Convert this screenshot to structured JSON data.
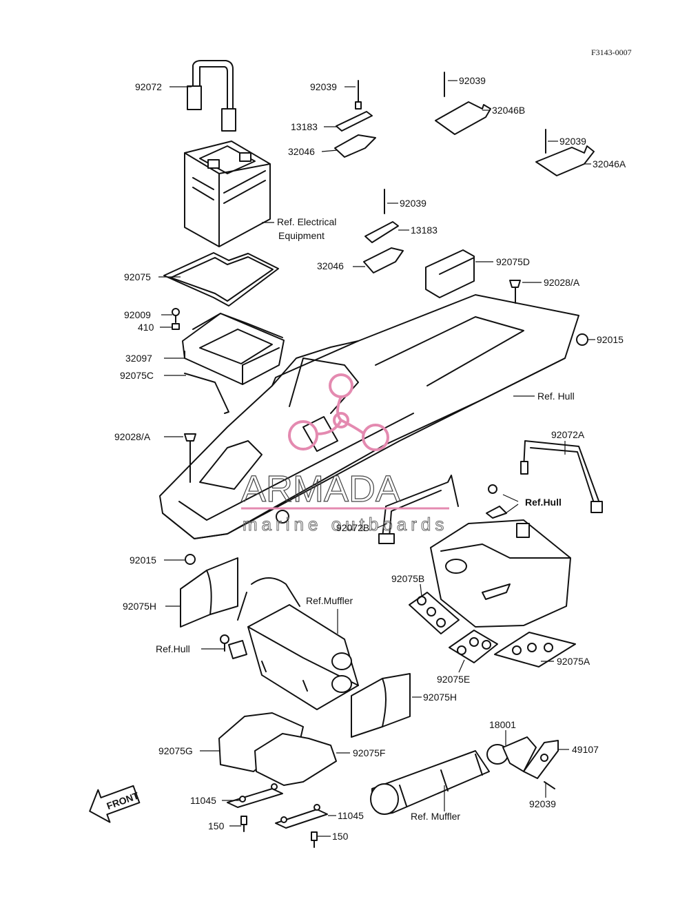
{
  "drawing_code": "F3143-0007",
  "watermark": {
    "brand": "ARMADA",
    "tagline": "marine outboards",
    "accent": "#e48ab0"
  },
  "front_arrow_label": "FRONT",
  "callouts": [
    {
      "id": "c1",
      "text": "92072"
    },
    {
      "id": "c2",
      "text": "92039"
    },
    {
      "id": "c3",
      "text": "13183"
    },
    {
      "id": "c4",
      "text": "32046"
    },
    {
      "id": "c5",
      "text": "92039"
    },
    {
      "id": "c6",
      "text": "32046B"
    },
    {
      "id": "c7",
      "text": "92039"
    },
    {
      "id": "c8",
      "text": "32046A"
    },
    {
      "id": "c9",
      "text": "Ref. Electrical"
    },
    {
      "id": "c10",
      "text": "Equipment"
    },
    {
      "id": "c11",
      "text": "92039"
    },
    {
      "id": "c12",
      "text": "13183"
    },
    {
      "id": "c13",
      "text": "32046"
    },
    {
      "id": "c14",
      "text": "92075D"
    },
    {
      "id": "c15",
      "text": "92075"
    },
    {
      "id": "c16",
      "text": "92028/A"
    },
    {
      "id": "c17",
      "text": "92009"
    },
    {
      "id": "c18",
      "text": "410"
    },
    {
      "id": "c19",
      "text": "92015"
    },
    {
      "id": "c20",
      "text": "32097"
    },
    {
      "id": "c21",
      "text": "92075C"
    },
    {
      "id": "c22",
      "text": "Ref. Hull"
    },
    {
      "id": "c23",
      "text": "92028/A"
    },
    {
      "id": "c24",
      "text": "92072A"
    },
    {
      "id": "c25",
      "text": "Ref.Hull"
    },
    {
      "id": "c26",
      "text": "92072B"
    },
    {
      "id": "c27",
      "text": "92015"
    },
    {
      "id": "c28",
      "text": "92075B"
    },
    {
      "id": "c29",
      "text": "Ref.Muffler"
    },
    {
      "id": "c30",
      "text": "92075H"
    },
    {
      "id": "c31",
      "text": "Ref.Hull"
    },
    {
      "id": "c32",
      "text": "92075E"
    },
    {
      "id": "c33",
      "text": "92075A"
    },
    {
      "id": "c34",
      "text": "92075H"
    },
    {
      "id": "c35",
      "text": "18001"
    },
    {
      "id": "c36",
      "text": "92075G"
    },
    {
      "id": "c37",
      "text": "92075F"
    },
    {
      "id": "c38",
      "text": "49107"
    },
    {
      "id": "c39",
      "text": "11045"
    },
    {
      "id": "c40",
      "text": "92039"
    },
    {
      "id": "c41",
      "text": "Ref. Muffler"
    },
    {
      "id": "c42",
      "text": "11045"
    },
    {
      "id": "c43",
      "text": "150"
    },
    {
      "id": "c44",
      "text": "150"
    }
  ]
}
